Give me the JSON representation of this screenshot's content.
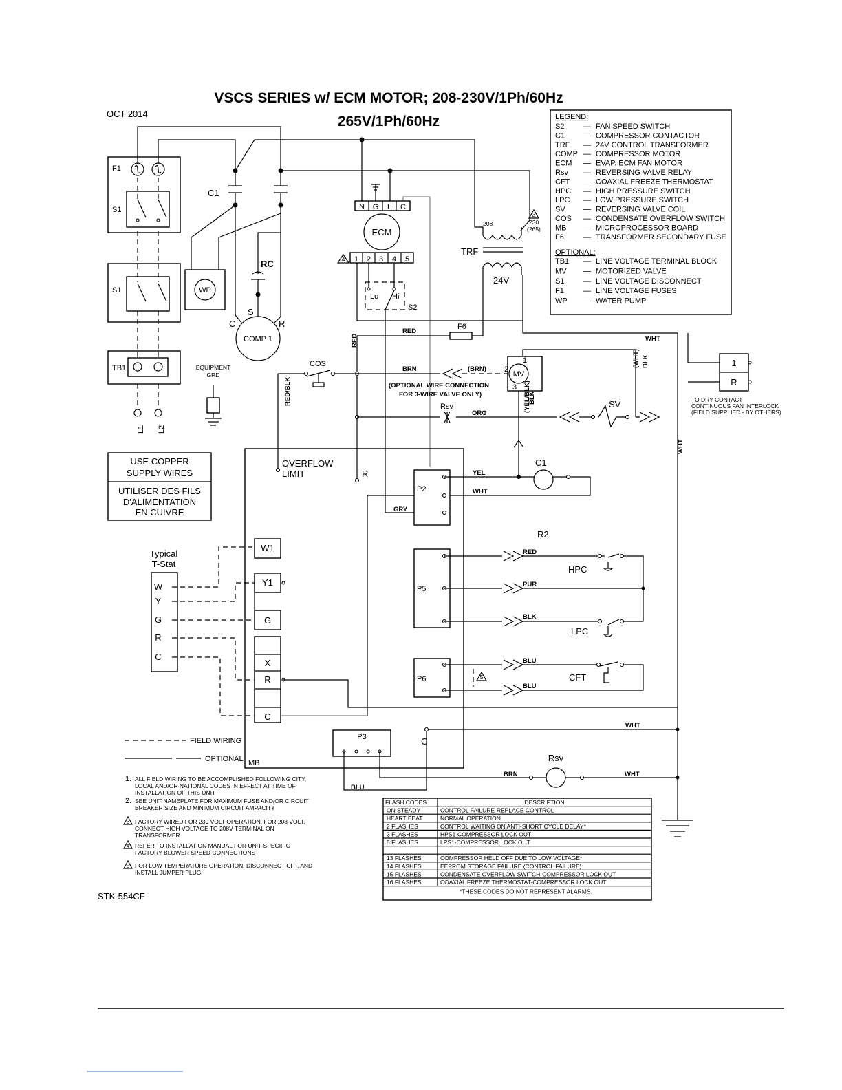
{
  "title": {
    "line1": "VSCS SERIES w/ ECM MOTOR; 208-230V/1Ph/60Hz",
    "line2": "265V/1Ph/60Hz"
  },
  "date": "OCT 2014",
  "drawing_number": "STK-554CF",
  "legend": {
    "heading": "LEGEND:",
    "items": [
      {
        "code": "S2",
        "desc": "FAN SPEED SWITCH"
      },
      {
        "code": "C1",
        "desc": "COMPRESSOR CONTACTOR"
      },
      {
        "code": "TRF",
        "desc": "24V CONTROL TRANSFORMER"
      },
      {
        "code": "COMP",
        "desc": "COMPRESSOR MOTOR"
      },
      {
        "code": "ECM",
        "desc": "EVAP. ECM FAN MOTOR"
      },
      {
        "code": "Rsv",
        "desc": "REVERSING VALVE RELAY"
      },
      {
        "code": "CFT",
        "desc": "COAXIAL FREEZE THERMOSTAT"
      },
      {
        "code": "HPC",
        "desc": "HIGH PRESSURE SWITCH"
      },
      {
        "code": "LPC",
        "desc": "LOW PRESSURE SWITCH"
      },
      {
        "code": "SV",
        "desc": "REVERSING VALVE COIL"
      },
      {
        "code": "COS",
        "desc": "CONDENSATE OVERFLOW SWITCH"
      },
      {
        "code": "MB",
        "desc": "MICROPROCESSOR BOARD"
      },
      {
        "code": "F6",
        "desc": "TRANSFORMER SECONDARY FUSE"
      }
    ],
    "optional_heading": "OPTIONAL:",
    "optional_items": [
      {
        "code": "TB1",
        "desc": "LINE VOLTAGE TERMINAL BLOCK"
      },
      {
        "code": "MV",
        "desc": "MOTORIZED VALVE"
      },
      {
        "code": "S1",
        "desc": "LINE VOLTAGE DISCONNECT"
      },
      {
        "code": "F1",
        "desc": "LINE VOLTAGE FUSES"
      },
      {
        "code": "WP",
        "desc": "WATER PUMP"
      }
    ]
  },
  "copper_notice": {
    "en1": "USE COPPER",
    "en2": "SUPPLY WIRES",
    "fr1": "UTILISER DES FILS",
    "fr2": "D'ALIMENTATION",
    "fr3": "EN CUIVRE"
  },
  "components": {
    "f1": "F1",
    "s1": "S1",
    "s1b": "S1",
    "tb1": "TB1",
    "l1": "L1",
    "l2": "L2",
    "c1": "C1",
    "wp": "WP",
    "rc": "RC",
    "comp": "COMP 1",
    "comp_c": "C",
    "comp_s": "S",
    "comp_r": "R",
    "ecm": "ECM",
    "ecm_n": "N",
    "ecm_g": "G",
    "ecm_l": "L",
    "ecm_c": "C",
    "ecm_1": "1",
    "ecm_2": "2",
    "ecm_3": "3",
    "ecm_4": "4",
    "ecm_5": "5",
    "lo": "Lo",
    "hi": "Hi",
    "s2": "S2",
    "trf": "TRF",
    "v24": "24V",
    "tap208": "208",
    "tap230": "230",
    "tap265": "(265)",
    "equip1": "EQUIPMENT",
    "equip2": "GRD",
    "cos": "COS",
    "f6": "F6",
    "mv": "MV",
    "mv1": "1",
    "mv2": "2",
    "mv3": "3",
    "rsv_small": "Rsv",
    "sv": "SV",
    "c1coil": "C1",
    "r2": "R2",
    "hpc": "HPC",
    "lpc": "LPC",
    "cft": "CFT",
    "rsv_big": "Rsv",
    "t1": "1",
    "tr": "R",
    "dry1": "TO DRY CONTACT",
    "dry2": "CONTINUOUS FAN INTERLOCK",
    "dry3": "(FIELD SUPPLIED - BY OTHERS)",
    "overflow1": "OVERFLOW",
    "overflow2": "LIMIT",
    "mb_r": "R",
    "mb_c": "C",
    "mb": "MB",
    "p2": "P2",
    "p5": "P5",
    "p6": "P6",
    "p3": "P3",
    "w1": "W1",
    "y1": "Y1",
    "g": "G",
    "x": "X",
    "r": "R",
    "c": "C",
    "tstat1": "Typical",
    "tstat2": "T-Stat",
    "tw": "W",
    "ty": "Y",
    "tg": "G",
    "tr2": "R",
    "tc": "C",
    "tri3": "3",
    "tri4": "4",
    "tri5": "5"
  },
  "wire_colors": {
    "red_top": "RED",
    "red_vert": "RED",
    "brn": "BRN",
    "brn_paren": "(BRN)",
    "opt1": "(OPTIONAL WIRE CONNECTION",
    "opt2": "FOR 3-WIRE VALVE ONLY)",
    "redblk": "RED/BLK",
    "org": "ORG",
    "whtblk_w": "(WHT)",
    "whtblk_b": "BLK",
    "yelblk_y": "(YEL/BLK)",
    "yelblk_b": "BLK",
    "wht_top": "WHT",
    "wht_right": "WHT",
    "yel": "YEL",
    "wht_p2": "WHT",
    "gry": "GRY",
    "red_p5": "RED",
    "pur": "PUR",
    "blk_p5": "BLK",
    "blu1": "BLU",
    "blu2": "BLU",
    "wht_c": "WHT",
    "brn_rsv": "BRN",
    "wht_rsv": "WHT",
    "blu_p3": "BLU"
  },
  "line_key": {
    "field": "FIELD WIRING",
    "optional": "OPTIONAL"
  },
  "notes": [
    {
      "num": "1.",
      "lines": [
        "ALL FIELD WIRING TO BE ACCOMPLISHED FOLLOWING CITY,",
        "LOCAL AND/OR NATIONAL CODES IN EFFECT AT TIME OF",
        "INSTALLATION OF THIS UNIT"
      ]
    },
    {
      "num": "2.",
      "lines": [
        "SEE UNIT NAMEPLATE FOR MAXIMUM FUSE AND/OR CIRCUIT",
        "BREAKER SIZE AND MINIMUM CIRCUIT AMPACITY"
      ]
    },
    {
      "num": "3",
      "lines": [
        "FACTORY WIRED FOR 230 VOLT OPERATION. FOR 208 VOLT,",
        "CONNECT HIGH VOLTAGE TO 208V TERMINAL ON",
        "TRANSFORMER"
      ]
    },
    {
      "num": "4",
      "lines": [
        "REFER TO INSTALLATION MANUAL FOR UNIT-SPECIFIC",
        "FACTORY BLOWER SPEED CONNECTIONS"
      ]
    },
    {
      "num": "5",
      "lines": [
        "FOR LOW TEMPERATURE OPERATION, DISCONNECT CFT, AND",
        "INSTALL JUMPER PLUG."
      ]
    }
  ],
  "flash_table": {
    "headers": [
      "FLASH CODES",
      "DESCRIPTION"
    ],
    "rows": [
      [
        "ON STEADY",
        "CONTROL FAILURE-REPLACE CONTROL"
      ],
      [
        "HEART BEAT",
        "NORMAL OPERATION"
      ],
      [
        "2 FLASHES",
        "CONTROL WAITING ON ANTI-SHORT CYCLE DELAY*"
      ],
      [
        "3 FLASHES",
        "HPS1-COMPRESSOR LOCK OUT"
      ],
      [
        "5 FLASHES",
        "LPS1-COMPRESSOR LOCK OUT"
      ],
      [
        "",
        ""
      ],
      [
        "13 FLASHES",
        "COMPRESSOR HELD OFF DUE TO LOW VOLTAGE*"
      ],
      [
        "14 FLASHES",
        "EEPROM STORAGE FAILURE (CONTROL FAILURE)"
      ],
      [
        "15 FLASHES",
        "CONDENSATE OVERFLOW SWITCH-COMPRESSOR LOCK OUT"
      ],
      [
        "16 FLASHES",
        "COAXIAL FREEZE THERMOSTAT-COMPRESSOR LOCK OUT"
      ]
    ],
    "footnote": "*THESE CODES DO NOT REPRESENT ALARMS."
  }
}
